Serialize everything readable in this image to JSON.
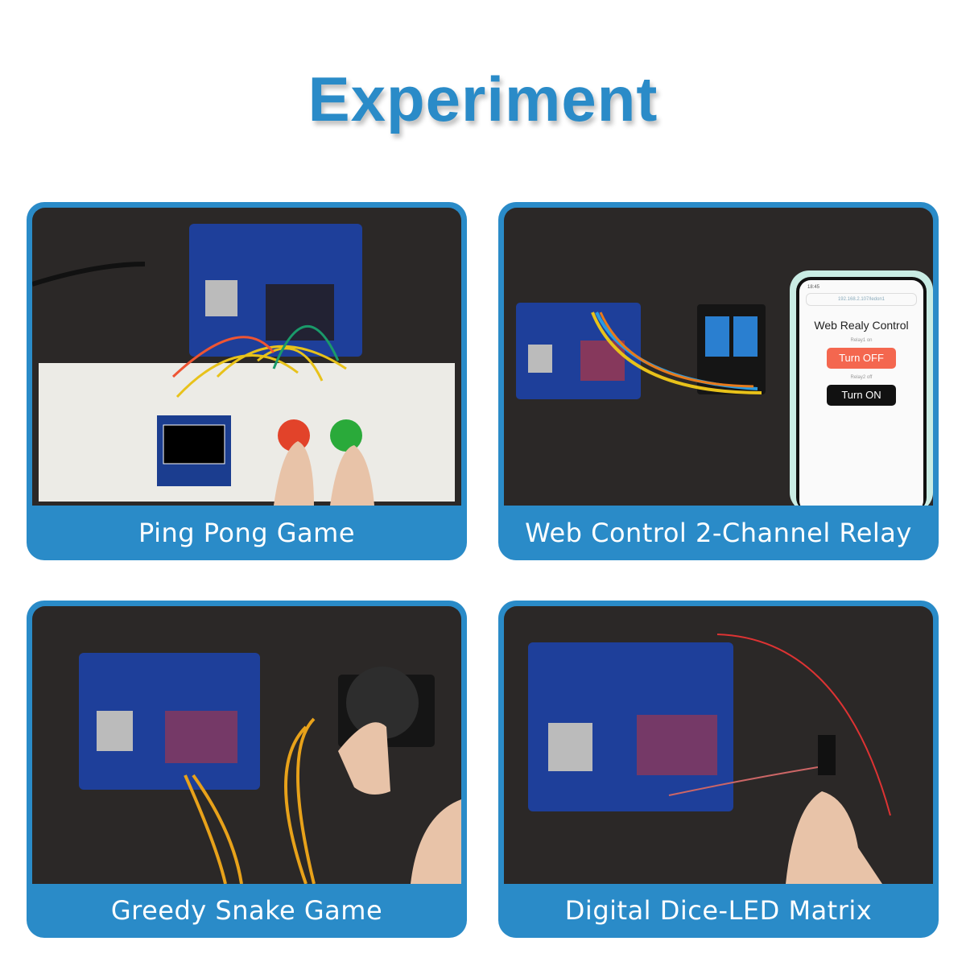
{
  "header": {
    "title": "Experiment"
  },
  "brand_color": "#2a8bc8",
  "cards": [
    {
      "caption": "Ping Pong Game"
    },
    {
      "caption": "Web Control 2-Channel Relay",
      "phone": {
        "time": "18:45",
        "url": "192.168.2.107/ledon1",
        "title": "Web Realy Control",
        "relay1_status": "Relay1 on",
        "relay1_button": "Turn OFF",
        "relay2_status": "Relay2 off",
        "relay2_button": "Turn ON"
      }
    },
    {
      "caption": "Greedy Snake Game"
    },
    {
      "caption": "Digital Dice-LED Matrix"
    }
  ]
}
